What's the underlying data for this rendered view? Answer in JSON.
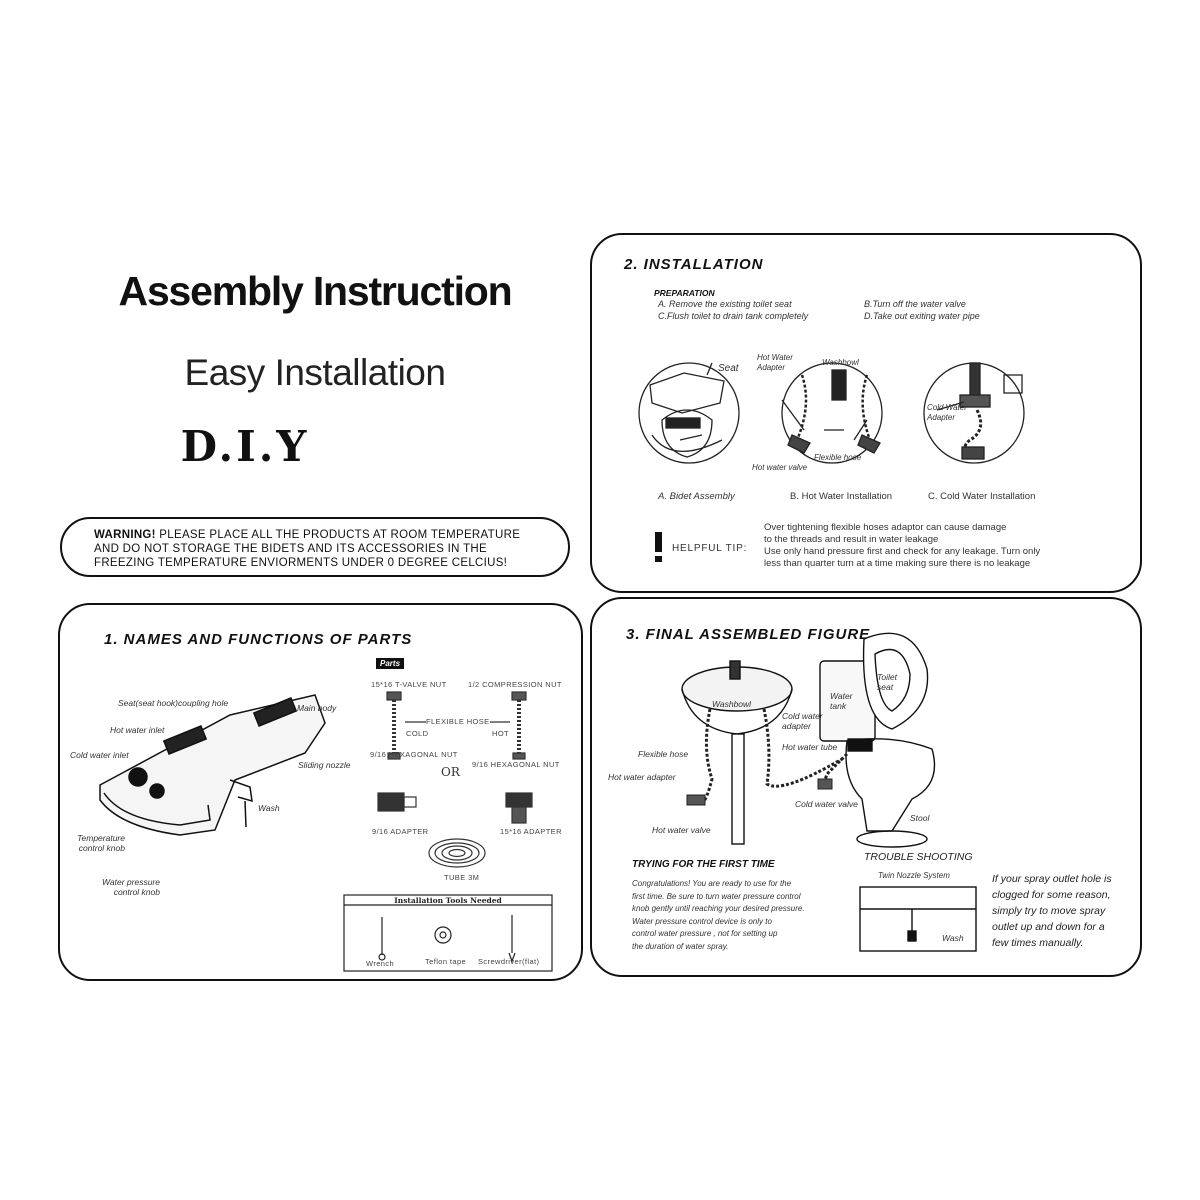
{
  "header": {
    "title": "Assembly Instruction",
    "subtitle": "Easy Installation",
    "diy": "D.I.Y"
  },
  "warning": {
    "lead": "WARNING!",
    "line1": " PLEASE PLACE ALL THE PRODUCTS AT ROOM TEMPERATURE",
    "line2": "AND DO NOT STORAGE THE BIDETS AND ITS ACCESSORIES IN THE",
    "line3": "FREEZING TEMPERATURE ENVIORMENTS UNDER 0 DEGREE CELCIUS!"
  },
  "installation": {
    "title": "2. INSTALLATION",
    "prep_heading": "PREPARATION",
    "steps": [
      "A. Remove the existing toilet seat",
      "B.Turn off the water valve",
      "C.Flush toilet to drain tank completely",
      "D.Take out exiting water pipe"
    ],
    "fig_labels": {
      "seat": "Seat",
      "hot_water_adapter": "Hot Water Adapter",
      "washbowl": "Washbowl",
      "flexible_hose": "Flexible hose",
      "hot_water_valve": "Hot water valve",
      "cold_water_adapter": "Cold Water Adapter"
    },
    "captions": [
      "A. Bidet Assembly",
      "B. Hot Water Installation",
      "C. Cold Water Installation"
    ],
    "tip_label": "HELPFUL TIP:",
    "tip_lines": [
      "Over tightening flexible hoses adaptor can cause damage",
      "to the threads and result in water leakage",
      "Use only hand pressure first and check for any leakage. Turn only",
      "less than quarter turn at a time making sure there is no leakage"
    ]
  },
  "parts": {
    "title": "1. NAMES AND FUNCTIONS OF PARTS",
    "parts_badge": "Parts",
    "labels": {
      "seat_hook": "Seat(seat hook)coupling hole",
      "main_body": "Main body",
      "hot_water_inlet": "Hot water inlet",
      "cold_water_inlet": "Cold water inlet",
      "sliding_nozzle": "Sliding nozzle",
      "wash": "Wash",
      "temperature_knob": "Temperature control knob",
      "pressure_knob": "Water pressure control knob"
    },
    "hardware": {
      "valve_nut": "15*16 T-VALVE NUT",
      "compression_nut": "1/2 COMPRESSION NUT",
      "flexible_hose": "FLEXIBLE HOSE",
      "cold": "COLD",
      "hot": "HOT",
      "hex_left": "9/16 HEXAGONAL NUT",
      "hex_right": "9/16 HEXAGONAL NUT",
      "or": "OR",
      "adapter_left": "9/16 ADAPTER",
      "adapter_right": "15*16 ADAPTER",
      "tube": "TUBE 3M"
    },
    "tools": {
      "heading": "Installation Tools Needed",
      "items": [
        "Wrench",
        "Teflon tape",
        "Screwdriver(flat)"
      ]
    }
  },
  "final": {
    "title": "3. FINAL ASSEMBLED FIGURE",
    "labels": {
      "washbowl": "Washbowl",
      "water_tank": "Water tank",
      "toilet_seat": "Toilet seat",
      "cold_water_adapter": "Cold water adapter",
      "hot_water_tube": "Hot water tube",
      "flexible_hose": "Flexible hose",
      "hot_water_adapter": "Hot water adapter",
      "cold_water_valve": "Cold water valve",
      "hot_water_valve": "Hot water valve",
      "stool": "Stool"
    },
    "first_time": {
      "heading": "TRYING FOR THE FIRST TIME",
      "lines": [
        "Congratulations! You are ready to use for the",
        "first time. Be sure to turn water pressure control",
        "knob gently until reaching your desired pressure.",
        "Water pressure control device is only to",
        "control water pressure , not for setting up",
        "the duration of water spray."
      ]
    },
    "trouble": {
      "heading": "TROUBLE SHOOTING",
      "sub": "Twin Nozzle System",
      "wash": "Wash",
      "lines": [
        "If your spray outlet hole is",
        "clogged for some reason,",
        "simply try to move spray",
        "outlet up and down for a",
        "few times manually."
      ]
    }
  }
}
